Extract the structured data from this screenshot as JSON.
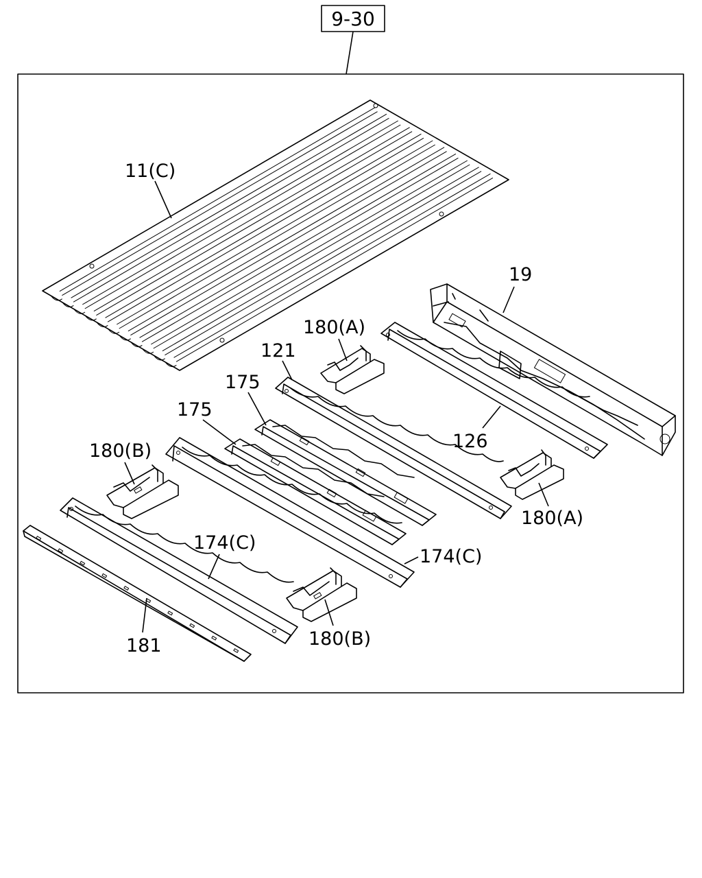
{
  "reference_box": "9-30",
  "labels": {
    "p11c": "11(C)",
    "p19": "19",
    "p180a_top": "180(A)",
    "p121": "121",
    "p175_a": "175",
    "p175_b": "175",
    "p126": "126",
    "p180a_right": "180(A)",
    "p180b_left": "180(B)",
    "p174c_mid": "174(C)",
    "p174c_right": "174(C)",
    "p180b_bottom": "180(B)",
    "p181": "181"
  }
}
